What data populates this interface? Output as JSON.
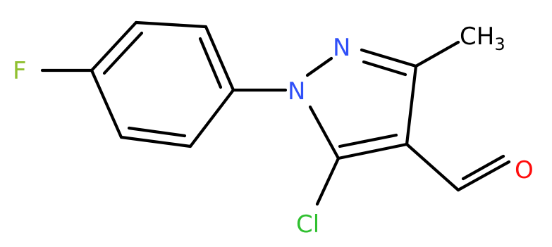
{
  "molecule": {
    "atoms": {
      "fluorine": {
        "symbol": "F",
        "color": "#90C030"
      },
      "n1": {
        "symbol": "N",
        "color": "#3050F8"
      },
      "n2": {
        "symbol": "N",
        "color": "#3050F8"
      },
      "chlorine": {
        "symbol": "Cl",
        "color": "#30C030"
      },
      "oxygen": {
        "symbol": "O",
        "color": "#FF0D0D"
      },
      "methyl": {
        "main": "CH",
        "subscript": "3",
        "color": "#000000"
      }
    },
    "bond_color": "#000000"
  }
}
